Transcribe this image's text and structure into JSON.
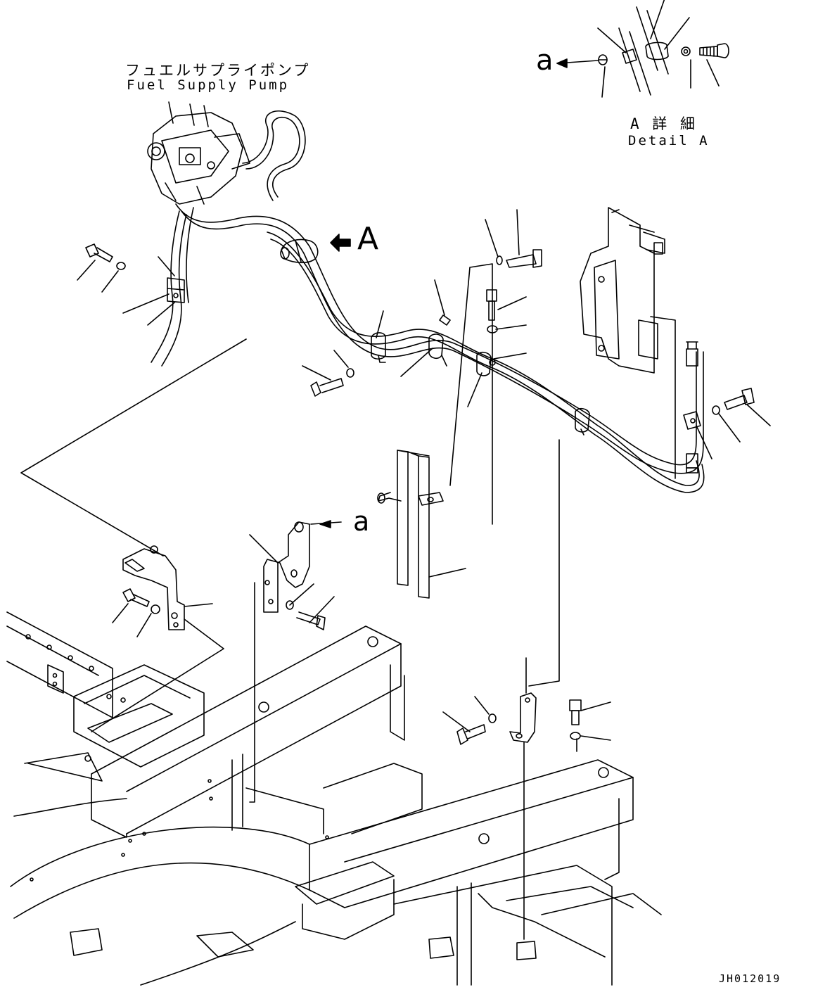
{
  "labels": {
    "pump_jp": "フュエルサプライポンプ",
    "pump_en": "Fuel Supply Pump",
    "detail_jp": "A 詳 細",
    "detail_en": "Detail A",
    "view_a": "A",
    "ref_a_top": "a",
    "ref_a_bracket": "a",
    "drawing_code": "JH012019"
  },
  "colors": {
    "line": "#000000",
    "background": "#ffffff"
  }
}
